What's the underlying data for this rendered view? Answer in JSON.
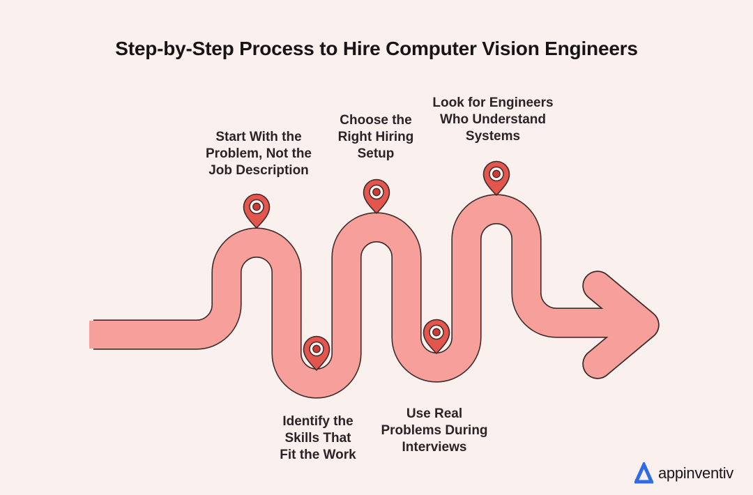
{
  "title": "Step-by-Step Process to Hire Computer Vision Engineers",
  "diagram": {
    "type": "snake-process-flow",
    "direction": "left-to-right",
    "steps": [
      {
        "index": 1,
        "position": "top",
        "label": "Start With the\nProblem, Not the\nJob Description"
      },
      {
        "index": 2,
        "position": "bottom",
        "label": "Identify the\nSkills That\nFit the Work"
      },
      {
        "index": 3,
        "position": "top",
        "label": "Choose the\nRight Hiring\nSetup"
      },
      {
        "index": 4,
        "position": "bottom",
        "label": "Use Real\nProblems During\nInterviews"
      },
      {
        "index": 5,
        "position": "top",
        "label": "Look for Engineers\nWho Understand\nSystems"
      }
    ],
    "colors": {
      "background": "#FAF1EF",
      "path_fill": "#F7A09B",
      "path_outline": "#3E2A28",
      "pin_body": "#E2564E",
      "pin_ring": "#FFF6F4",
      "pin_dot": "#CE3B34"
    }
  },
  "branding": {
    "logo_text": "appinventiv",
    "logo_color": "#2E6BE4"
  }
}
